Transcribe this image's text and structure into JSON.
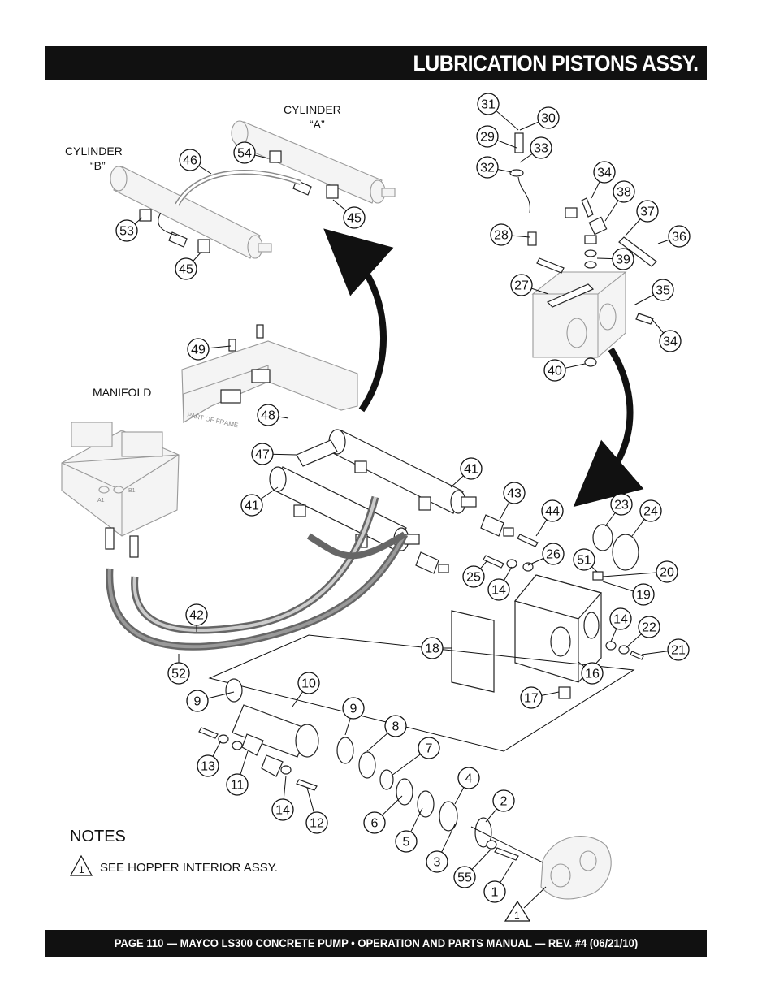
{
  "header": {
    "title": "LUBRICATION PISTONS ASSY."
  },
  "footer": {
    "text": "PAGE 110 — MAYCO LS300 CONCRETE PUMP • OPERATION AND PARTS MANUAL — REV. #4 (06/21/10)"
  },
  "labels": {
    "cylinder_a_line1": "CYLINDER",
    "cylinder_a_line2": "“A”",
    "cylinder_b_line1": "CYLINDER",
    "cylinder_b_line2": "“B”",
    "manifold": "MANIFOLD",
    "part_of_frame": "PART OF FRAME",
    "manifold_port_a": "A1",
    "manifold_port_b": "B1"
  },
  "notes": {
    "title": "NOTES",
    "note_marker": "1",
    "note_1": "SEE HOPPER INTERIOR ASSY."
  },
  "callouts": [
    {
      "n": "31"
    },
    {
      "n": "30"
    },
    {
      "n": "29"
    },
    {
      "n": "33"
    },
    {
      "n": "32"
    },
    {
      "n": "34"
    },
    {
      "n": "38"
    },
    {
      "n": "37"
    },
    {
      "n": "36"
    },
    {
      "n": "28"
    },
    {
      "n": "39"
    },
    {
      "n": "27"
    },
    {
      "n": "35"
    },
    {
      "n": "34"
    },
    {
      "n": "40"
    },
    {
      "n": "46"
    },
    {
      "n": "54"
    },
    {
      "n": "45"
    },
    {
      "n": "53"
    },
    {
      "n": "45"
    },
    {
      "n": "49"
    },
    {
      "n": "48"
    },
    {
      "n": "47"
    },
    {
      "n": "41"
    },
    {
      "n": "41"
    },
    {
      "n": "43"
    },
    {
      "n": "44"
    },
    {
      "n": "26"
    },
    {
      "n": "25"
    },
    {
      "n": "14"
    },
    {
      "n": "23"
    },
    {
      "n": "24"
    },
    {
      "n": "51"
    },
    {
      "n": "20"
    },
    {
      "n": "19"
    },
    {
      "n": "14"
    },
    {
      "n": "22"
    },
    {
      "n": "21"
    },
    {
      "n": "18"
    },
    {
      "n": "16"
    },
    {
      "n": "17"
    },
    {
      "n": "42"
    },
    {
      "n": "52"
    },
    {
      "n": "10"
    },
    {
      "n": "9"
    },
    {
      "n": "9"
    },
    {
      "n": "8"
    },
    {
      "n": "7"
    },
    {
      "n": "13"
    },
    {
      "n": "11"
    },
    {
      "n": "14"
    },
    {
      "n": "12"
    },
    {
      "n": "6"
    },
    {
      "n": "4"
    },
    {
      "n": "2"
    },
    {
      "n": "5"
    },
    {
      "n": "3"
    },
    {
      "n": "55"
    },
    {
      "n": "1"
    },
    {
      "n": "1"
    }
  ]
}
